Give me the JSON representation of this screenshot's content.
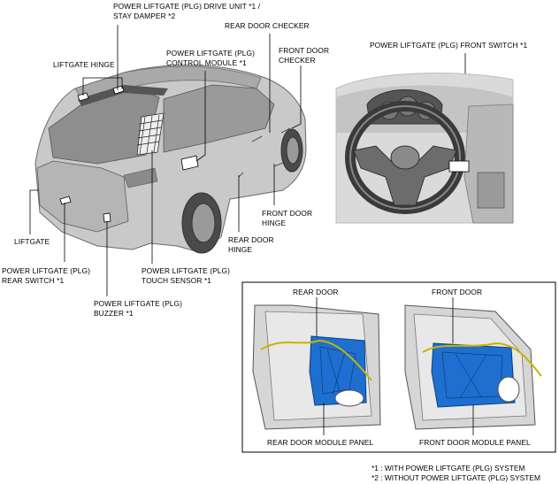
{
  "labels": {
    "drive_unit_line1": "POWER LIFTGATE (PLG) DRIVE UNIT *1  /",
    "drive_unit_line2": "STAY DAMPER *2",
    "rear_door_checker": "REAR DOOR CHECKER",
    "front_door_checker_line1": "FRONT DOOR",
    "front_door_checker_line2": "CHECKER",
    "liftgate_hinge": "LIFTGATE HINGE",
    "control_module_line1": "POWER LIFTGATE (PLG)",
    "control_module_line2": "CONTROL MODULE *1",
    "front_switch": "POWER LIFTGATE (PLG) FRONT SWITCH *1",
    "front_door_hinge_line1": "FRONT DOOR",
    "front_door_hinge_line2": "HINGE",
    "rear_door_hinge_line1": "REAR DOOR",
    "rear_door_hinge_line2": "HINGE",
    "liftgate": "LIFTGATE",
    "rear_switch_line1": "POWER LIFTGATE (PLG)",
    "rear_switch_line2": "REAR SWITCH *1",
    "touch_sensor_line1": "POWER LIFTGATE (PLG)",
    "touch_sensor_line2": "TOUCH SENSOR *1",
    "buzzer_line1": "POWER LIFTGATE (PLG)",
    "buzzer_line2": "BUZZER *1",
    "rear_door": "REAR DOOR",
    "front_door": "FRONT DOOR",
    "rear_door_module_panel": "REAR DOOR MODULE PANEL",
    "front_door_module_panel": "FRONT DOOR MODULE PANEL"
  },
  "footnotes": {
    "note1": "*1 : WITH POWER LIFTGATE (PLG) SYSTEM",
    "note2": "*2 : WITHOUT POWER LIFTGATE (PLG) SYSTEM"
  },
  "colors": {
    "module_panel_fill": "#1e6fd0",
    "harness": "#c8b400",
    "body_gray": "#bdbdbd"
  }
}
